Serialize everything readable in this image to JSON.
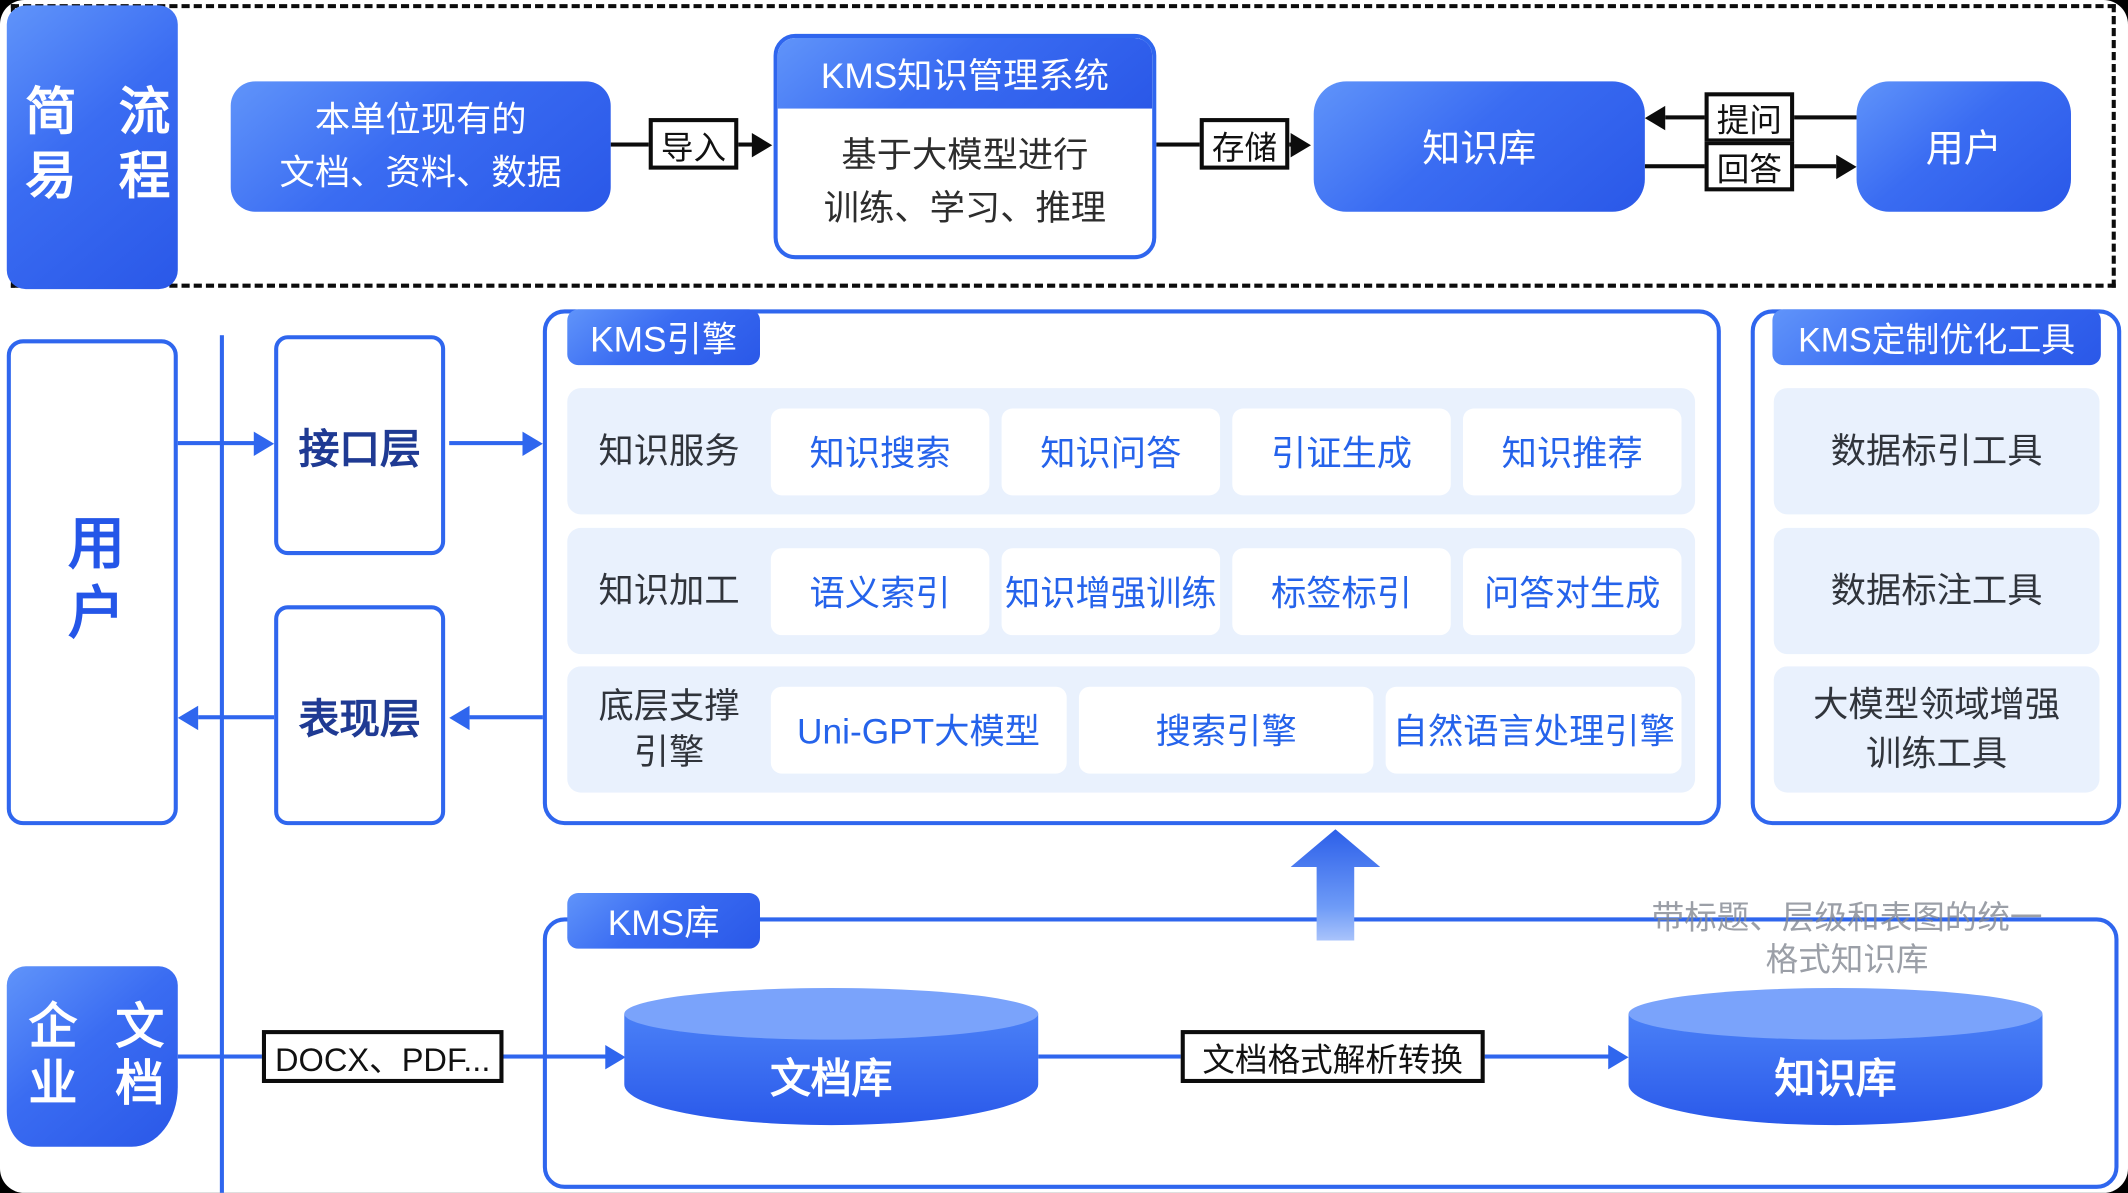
{
  "colors": {
    "primary_blue": "#2B5BE8",
    "outline_blue": "#2F66EE",
    "light_row_bg": "#E9F1FD",
    "chip_text_blue": "#2563EB",
    "annotation_grey": "#9BA0A8",
    "label_border_black": "#0C0C0C"
  },
  "top": {
    "tag_columns": [
      "简易",
      "流程"
    ],
    "source_node": "本单位现有的\n文档、资料、数据",
    "import_label": "导入",
    "kms_title": "KMS知识管理系统",
    "kms_body": "基于大模型进行\n训练、学习、推理",
    "store_label": "存储",
    "kb_node": "知识库",
    "ask_label": "提问",
    "answer_label": "回答",
    "user_node": "用户"
  },
  "middle": {
    "user_box": "用户",
    "interface_layer": "接口层",
    "presentation_layer": "表现层",
    "engine": {
      "tab": "KMS引擎",
      "rows": [
        {
          "label": "知识服务",
          "chips": [
            "知识搜索",
            "知识问答",
            "引证生成",
            "知识推荐"
          ]
        },
        {
          "label": "知识加工",
          "chips": [
            "语义索引",
            "知识增强训练",
            "标签标引",
            "问答对生成"
          ]
        },
        {
          "label": "底层支撑\n引擎",
          "chips": [
            "Uni-GPT大模型",
            "搜索引擎",
            "自然语言处理引擎"
          ]
        }
      ]
    },
    "tools": {
      "tab": "KMS定制优化工具",
      "items": [
        "数据标引工具",
        "数据标注工具",
        "大模型领域增强\n训练工具"
      ]
    }
  },
  "bottom": {
    "doc_tag_columns": [
      "企业",
      "文档"
    ],
    "docx_label": "DOCX、PDF...",
    "lib_tab": "KMS库",
    "doc_store": "文档库",
    "convert_label": "文档格式解析转换",
    "knowledge_store": "知识库",
    "annotation": "带标题、层级和表图的统一\n格式知识库"
  }
}
